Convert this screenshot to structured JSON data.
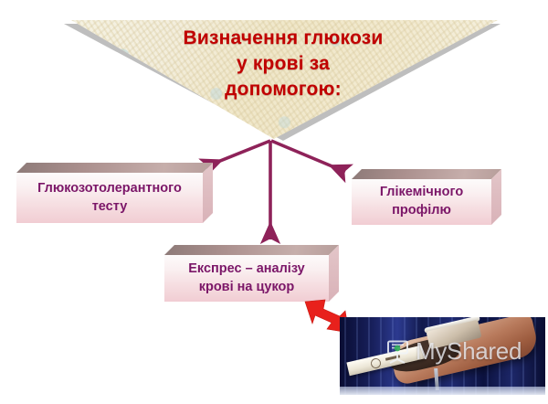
{
  "slide": {
    "title_lines": "Визначення глюкози\nу крові за\nдопомогою:",
    "title_color": "#c00000"
  },
  "boxes": [
    {
      "id": "glucose-tolerance-test",
      "label": "Глюкозотолерантного\nтесту",
      "text_color": "#7b1668"
    },
    {
      "id": "glycemic-profile",
      "label": "Глікемічного\nпрофілю",
      "text_color": "#7b1668"
    },
    {
      "id": "express-blood-sugar-analysis",
      "label": "Експрес – аналізу\nкрові на цукор",
      "text_color": "#7b1668"
    }
  ],
  "connectors": {
    "color": "#8e2259",
    "count": 3,
    "targets": [
      "glucose-tolerance-test",
      "express-blood-sugar-analysis",
      "glycemic-profile"
    ]
  },
  "red_arrow": {
    "color": "#e8211c",
    "points_to": "glucometer-photo"
  },
  "photo": {
    "caption": "",
    "subject": "glucometer-with-test-strip",
    "watermark_text": "MyShared",
    "watermark_icon": "myshared-logo-icon"
  }
}
